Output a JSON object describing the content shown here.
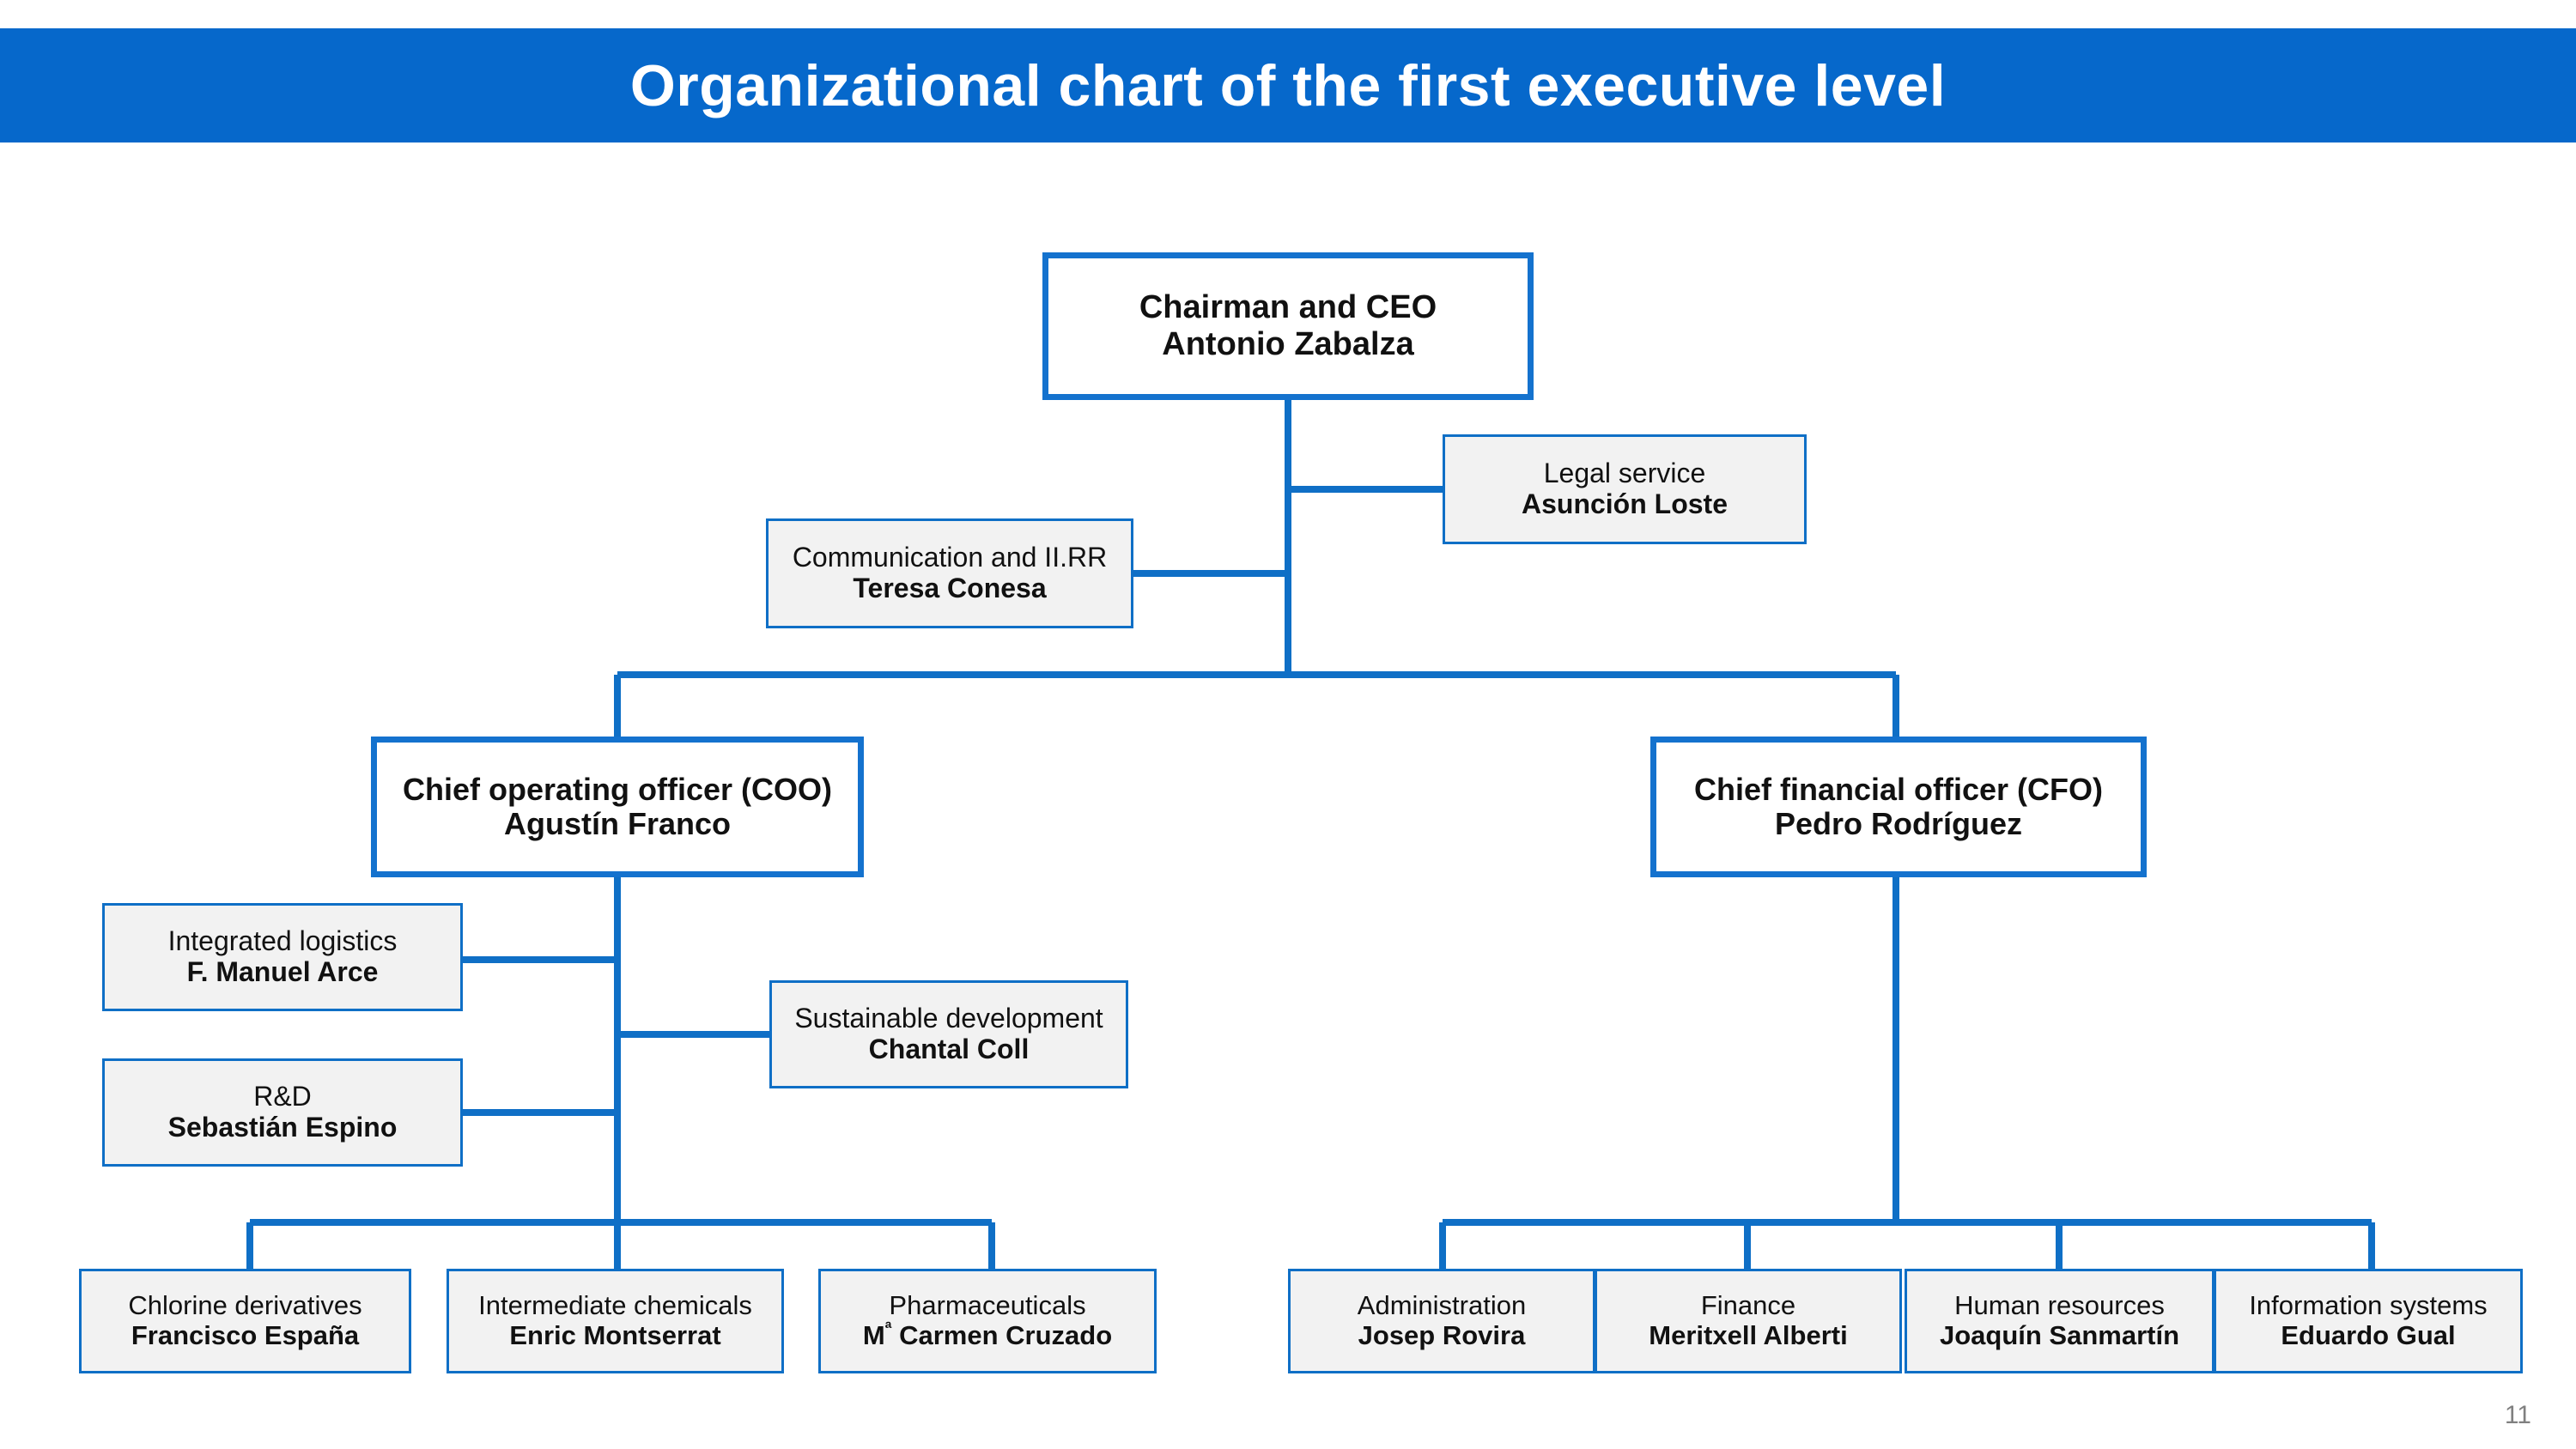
{
  "slide": {
    "title": "Organizational chart of the first executive level",
    "page_number": "11",
    "colors": {
      "banner_blue": "#0668CB",
      "connector_blue": "#0F6FC6",
      "exec_border_blue": "#1472CE",
      "staff_fill": "#F2F2F2",
      "page_number_gray": "#808080"
    }
  },
  "chart_data": {
    "type": "diagram",
    "title": "Organizational chart of the first executive level",
    "nodes": [
      {
        "id": "ceo",
        "role": "Chairman and CEO",
        "person": "Antonio Zabalza",
        "kind": "executive",
        "level": 1
      },
      {
        "id": "legal",
        "role": "Legal service",
        "person": "Asunción Loste",
        "kind": "staff",
        "level": 2
      },
      {
        "id": "comm",
        "role": "Communication and II.RR",
        "person": "Teresa Conesa",
        "kind": "staff",
        "level": 2
      },
      {
        "id": "coo",
        "role": "Chief operating officer (COO)",
        "person": "Agustín Franco",
        "kind": "executive",
        "level": 2
      },
      {
        "id": "cfo",
        "role": "Chief financial officer (CFO)",
        "person": "Pedro Rodríguez",
        "kind": "executive",
        "level": 2
      },
      {
        "id": "logistics",
        "role": "Integrated logistics",
        "person": "F. Manuel Arce",
        "kind": "staff",
        "level": 3
      },
      {
        "id": "sustain",
        "role": "Sustainable development",
        "person": "Chantal Coll",
        "kind": "staff",
        "level": 3
      },
      {
        "id": "rd",
        "role": "R&D",
        "person": "Sebastián Espino",
        "kind": "staff",
        "level": 3
      },
      {
        "id": "chlorine",
        "role": "Chlorine derivatives",
        "person": "Francisco España",
        "kind": "leaf",
        "level": 4
      },
      {
        "id": "intermed",
        "role": "Intermediate chemicals",
        "person": "Enric Montserrat",
        "kind": "leaf",
        "level": 4
      },
      {
        "id": "pharma",
        "role": "Pharmaceuticals",
        "person": "Mª Carmen Cruzado",
        "kind": "leaf",
        "level": 4
      },
      {
        "id": "admin",
        "role": "Administration",
        "person": "Josep Rovira",
        "kind": "leaf",
        "level": 4
      },
      {
        "id": "finance",
        "role": "Finance",
        "person": "Meritxell Alberti",
        "kind": "leaf",
        "level": 4
      },
      {
        "id": "hr",
        "role": "Human resources",
        "person": "Joaquín Sanmartín",
        "kind": "leaf",
        "level": 4
      },
      {
        "id": "is",
        "role": "Information systems",
        "person": "Eduardo Gual",
        "kind": "leaf",
        "level": 4
      }
    ],
    "edges": [
      {
        "from": "ceo",
        "to": "legal",
        "type": "staff"
      },
      {
        "from": "ceo",
        "to": "comm",
        "type": "staff"
      },
      {
        "from": "ceo",
        "to": "coo",
        "type": "line"
      },
      {
        "from": "ceo",
        "to": "cfo",
        "type": "line"
      },
      {
        "from": "coo",
        "to": "logistics",
        "type": "staff"
      },
      {
        "from": "coo",
        "to": "sustain",
        "type": "staff"
      },
      {
        "from": "coo",
        "to": "rd",
        "type": "staff"
      },
      {
        "from": "coo",
        "to": "chlorine",
        "type": "line"
      },
      {
        "from": "coo",
        "to": "intermed",
        "type": "line"
      },
      {
        "from": "coo",
        "to": "pharma",
        "type": "line"
      },
      {
        "from": "cfo",
        "to": "admin",
        "type": "line"
      },
      {
        "from": "cfo",
        "to": "finance",
        "type": "line"
      },
      {
        "from": "cfo",
        "to": "hr",
        "type": "line"
      },
      {
        "from": "cfo",
        "to": "is",
        "type": "line"
      }
    ]
  },
  "boxes": {
    "ceo": {
      "role": "Chairman and CEO",
      "person": "Antonio Zabalza"
    },
    "legal": {
      "role": "Legal service",
      "person": "Asunción Loste"
    },
    "comm": {
      "role": "Communication and II.RR",
      "person": "Teresa Conesa"
    },
    "coo": {
      "role": "Chief operating officer (COO)",
      "person": "Agustín Franco"
    },
    "cfo": {
      "role": "Chief financial officer (CFO)",
      "person": "Pedro Rodríguez"
    },
    "logistics": {
      "role": "Integrated logistics",
      "person": "F. Manuel Arce"
    },
    "sustain": {
      "role": "Sustainable development",
      "person": "Chantal Coll"
    },
    "rd": {
      "role": "R&D",
      "person": "Sebastián Espino"
    },
    "chlorine": {
      "role": "Chlorine derivatives",
      "person": "Francisco España"
    },
    "intermed": {
      "role": "Intermediate chemicals",
      "person": "Enric Montserrat"
    },
    "pharma": {
      "role": "Pharmaceuticals",
      "person_prefix": "M",
      "person_ord": "ª",
      "person_suffix": " Carmen Cruzado"
    },
    "admin": {
      "role": "Administration",
      "person": "Josep Rovira"
    },
    "finance": {
      "role": "Finance",
      "person": "Meritxell Alberti"
    },
    "hr": {
      "role": "Human resources",
      "person": "Joaquín Sanmartín"
    },
    "is": {
      "role": "Information systems",
      "person": "Eduardo Gual"
    }
  }
}
